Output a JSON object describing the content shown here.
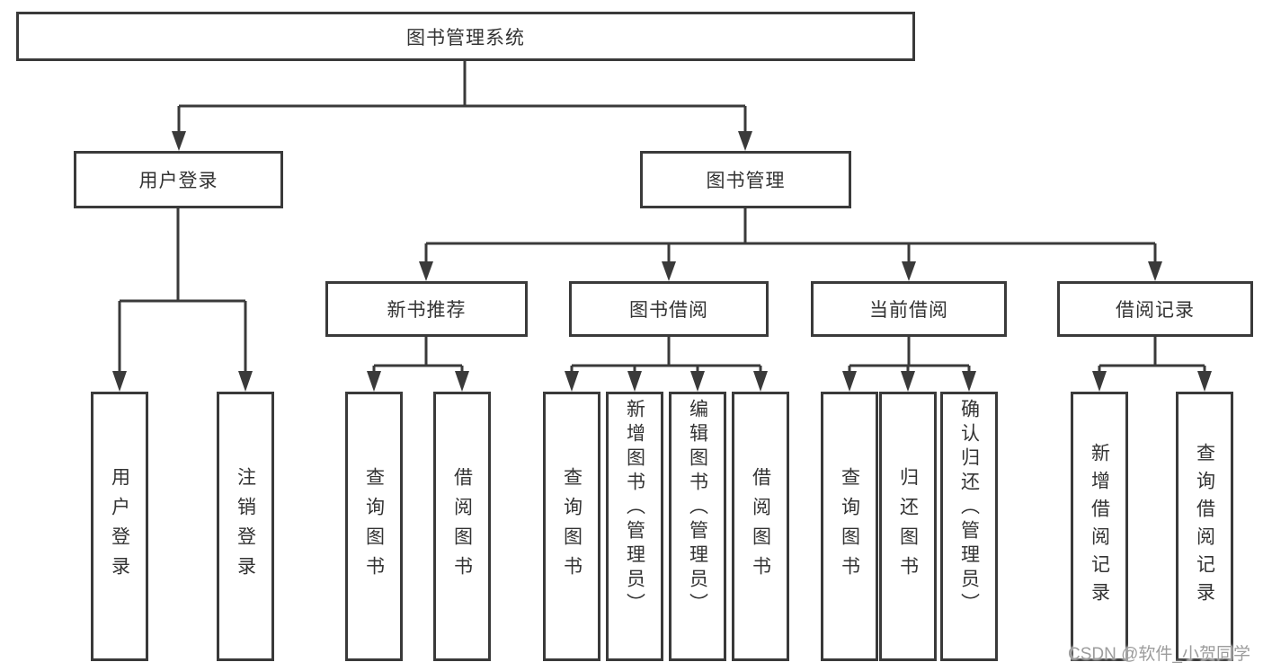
{
  "colors": {
    "line": "#3a3a3a",
    "text": "#333333",
    "watermark": "#9c9c9c",
    "background": "#ffffff"
  },
  "nodes": {
    "root": {
      "label": "图书管理系统"
    },
    "user_login": {
      "label": "用户登录"
    },
    "book_mgmt": {
      "label": "图书管理"
    },
    "new_book_rec": {
      "label": "新书推荐"
    },
    "book_borrow": {
      "label": "图书借阅"
    },
    "current_borrow": {
      "label": "当前借阅"
    },
    "borrow_records": {
      "label": "借阅记录"
    },
    "leaves": [
      {
        "label": "用户登录"
      },
      {
        "label": "注销登录"
      },
      {
        "label": "查询图书"
      },
      {
        "label": "借阅图书"
      },
      {
        "label": "查询图书"
      },
      {
        "label": "新增图书（管理员）"
      },
      {
        "label": "编辑图书（管理员）"
      },
      {
        "label": "借阅图书"
      },
      {
        "label": "查询图书"
      },
      {
        "label": "归还图书"
      },
      {
        "label": "确认归还（管理员）"
      },
      {
        "label": "新增借阅记录"
      },
      {
        "label": "查询借阅记录"
      }
    ]
  },
  "watermark": "CSDN @软件_小贺同学"
}
